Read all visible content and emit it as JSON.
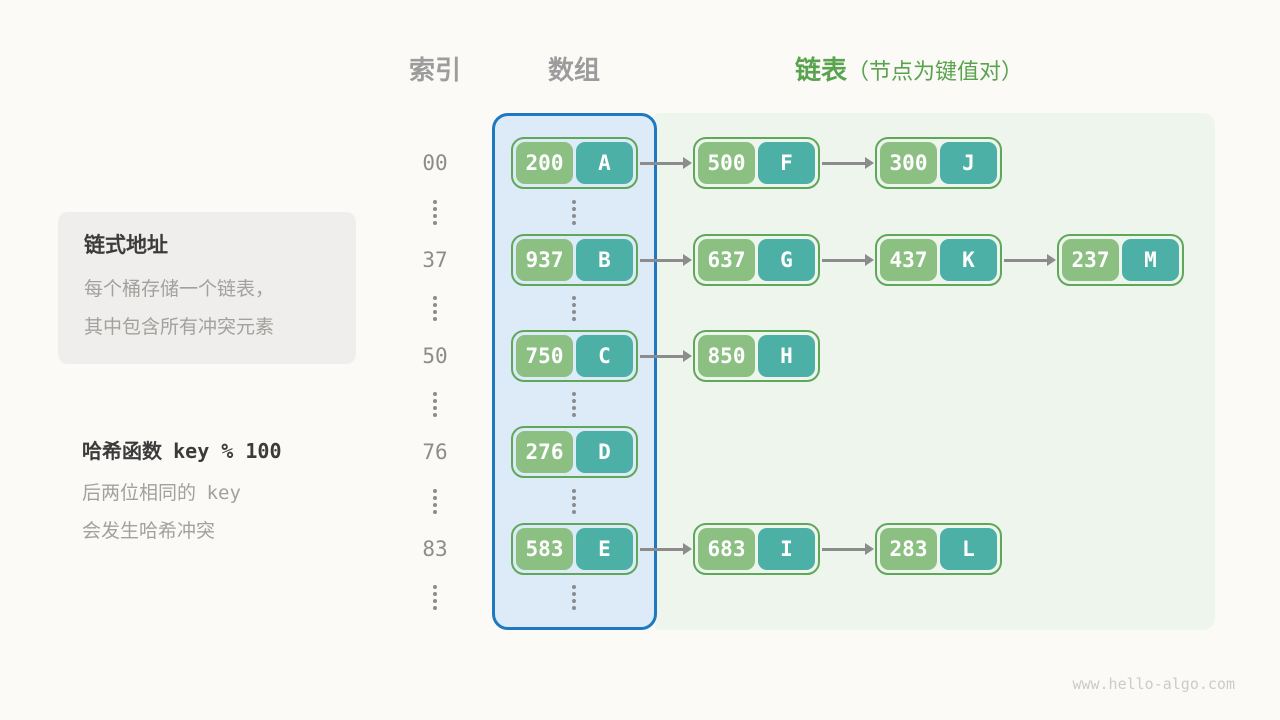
{
  "header": {
    "index_label": "索引",
    "array_label": "数组",
    "list_label": "链表",
    "list_note": "（节点为键值对）"
  },
  "annotations": {
    "chaining_box": {
      "title": "链式地址",
      "line1": "每个桶存储一个链表，",
      "line2": "其中包含所有冲突元素"
    },
    "hash_note": {
      "title_prefix": "哈希函数",
      "title_code": "key % 100",
      "line1_prefix": "后两位相同的",
      "line1_code": "key",
      "line2": "会发生哈希冲突"
    }
  },
  "rows": [
    {
      "index": "00",
      "nodes": [
        {
          "key": "200",
          "value": "A"
        },
        {
          "key": "500",
          "value": "F"
        },
        {
          "key": "300",
          "value": "J"
        }
      ]
    },
    {
      "index": "37",
      "nodes": [
        {
          "key": "937",
          "value": "B"
        },
        {
          "key": "637",
          "value": "G"
        },
        {
          "key": "437",
          "value": "K"
        },
        {
          "key": "237",
          "value": "M"
        }
      ]
    },
    {
      "index": "50",
      "nodes": [
        {
          "key": "750",
          "value": "C"
        },
        {
          "key": "850",
          "value": "H"
        }
      ]
    },
    {
      "index": "76",
      "nodes": [
        {
          "key": "276",
          "value": "D"
        }
      ]
    },
    {
      "index": "83",
      "nodes": [
        {
          "key": "583",
          "value": "E"
        },
        {
          "key": "683",
          "value": "I"
        },
        {
          "key": "283",
          "value": "L"
        }
      ]
    }
  ],
  "colors": {
    "key_cell": "#8cc083",
    "value_cell": "#4cb0a6",
    "node_border": "#5fa85a",
    "array_fill": "#dcebf7",
    "array_border": "#1e79c0",
    "list_area_fill": "#eef5ec",
    "header_green": "#5aa34e",
    "header_gray": "#9c9c9c",
    "arrow_gray": "#8c8c8c",
    "background": "#fbfaf6"
  },
  "watermark": "www.hello-algo.com"
}
